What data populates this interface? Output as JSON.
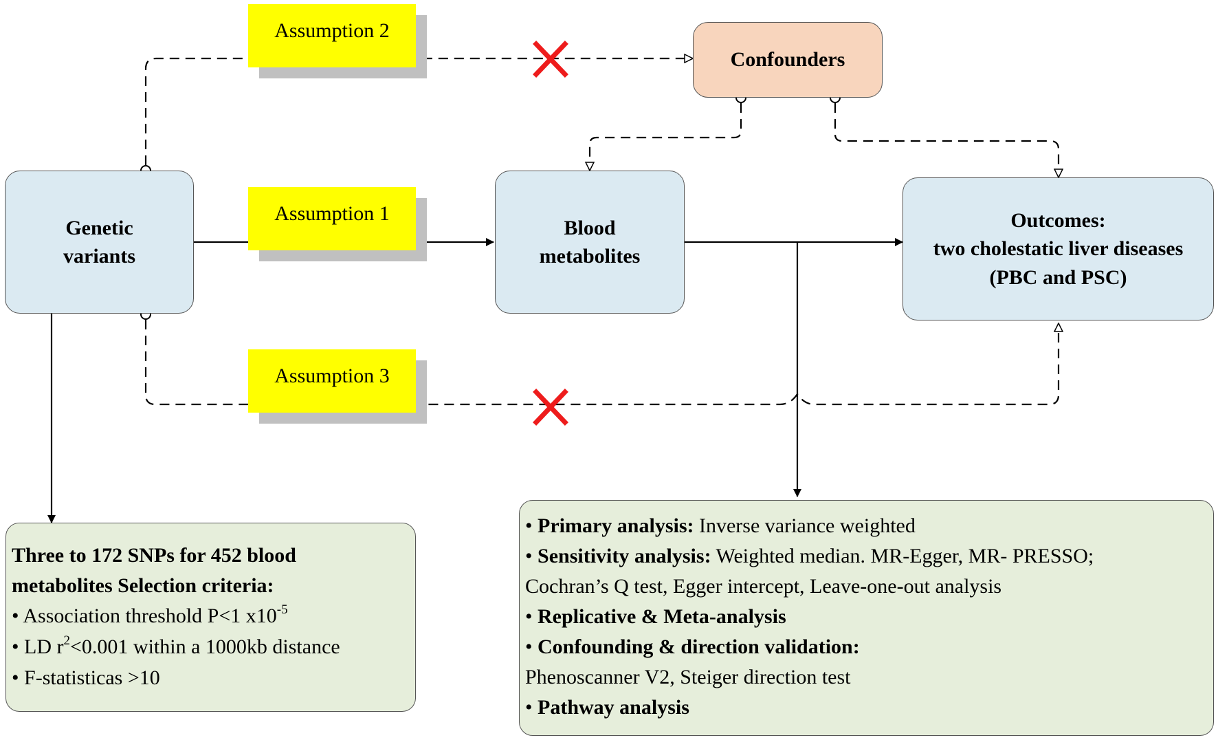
{
  "nodes": {
    "genetic": [
      "Genetic",
      "variants"
    ],
    "blood": [
      "Blood",
      "metabolites"
    ],
    "confounders": "Confounders",
    "outcomes": [
      "Outcomes:",
      "two cholestatic liver diseases",
      "(PBC and PSC)"
    ]
  },
  "assumptions": {
    "a1": "Assumption 1",
    "a2": "Assumption 2",
    "a3": "Assumption 3"
  },
  "left_panel": {
    "title_line1": "Three to 172 SNPs for 452 blood",
    "title_line2": "metabolites Selection criteria:",
    "bullet": "•",
    "c1_text": "Association threshold P<1 x10",
    "c1_sup": "-5",
    "c2_pre": "LD r",
    "c2_sup": "2",
    "c2_post": "<0.001 within a 1000kb distance",
    "c3_text": "F-statisticas >10"
  },
  "right_panel": {
    "bullet": "•",
    "primary_label": "Primary analysis:",
    "primary_text": "Inverse variance weighted",
    "sensitivity_label": "Sensitivity analysis:",
    "sensitivity_text": "Weighted median. MR-Egger, MR- PRESSO;",
    "sensitivity_cont": "Cochran’s Q test, Egger intercept, Leave-one-out analysis",
    "replicative_label": "Replicative & Meta-analysis",
    "confounding_label": "Confounding & direction validation:",
    "confounding_text": "Phenoscanner V2, Steiger direction test",
    "pathway_label": "Pathway analysis"
  },
  "colors": {
    "node_blue": "#dbeaf2",
    "node_peach": "#f8d5bd",
    "panel_green": "#e6eedb",
    "assumption_yellow": "#ffff00",
    "assumption_shadow": "#c0c0c0",
    "cross_red": "#ee1c1c"
  }
}
